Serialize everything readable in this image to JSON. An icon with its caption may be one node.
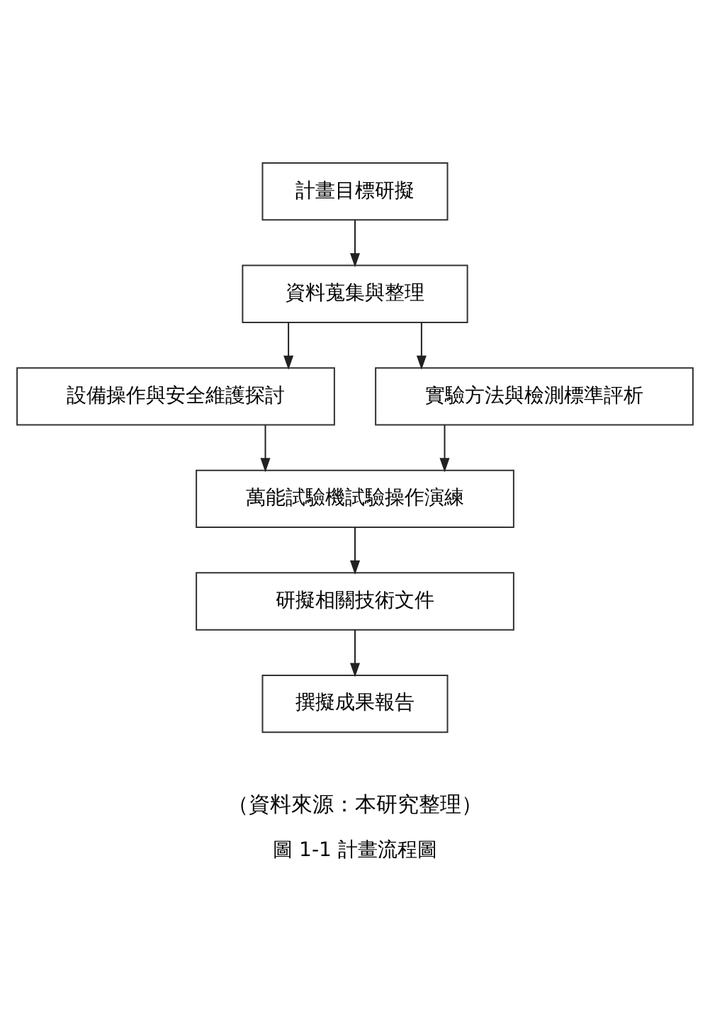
{
  "diagram": {
    "caption": "圖 1-1 計畫流程圖",
    "nodes": [
      {
        "text": [
          "計畫目標研擬"
        ]
      },
      {
        "text": [
          "資料蒐集與整理"
        ]
      },
      {
        "text": [
          "設備操作與安全維護探討"
        ]
      },
      {
        "text": [
          "實驗方法與檢測標準評析"
        ]
      },
      {
        "text": [
          "萬能試驗機試驗操作演練"
        ]
      },
      {
        "text": [
          "研擬相關技術文件"
        ]
      },
      {
        "text": [
          "撰擬成果報告"
        ]
      }
    ],
    "edges": [
      {
        "from": 0,
        "to": 1,
        "arrow": "to"
      },
      {
        "from": 1,
        "to": 2,
        "arrow": "to"
      },
      {
        "from": 1,
        "to": 3,
        "arrow": "to"
      },
      {
        "from": 2,
        "to": 4,
        "arrow": "to"
      },
      {
        "from": 3,
        "to": 4,
        "arrow": "to"
      },
      {
        "from": 4,
        "to": 5,
        "arrow": "to"
      },
      {
        "from": 5,
        "to": 6,
        "arrow": "to"
      }
    ],
    "labels": [
      "（資料來源：本研究整理）"
    ]
  }
}
